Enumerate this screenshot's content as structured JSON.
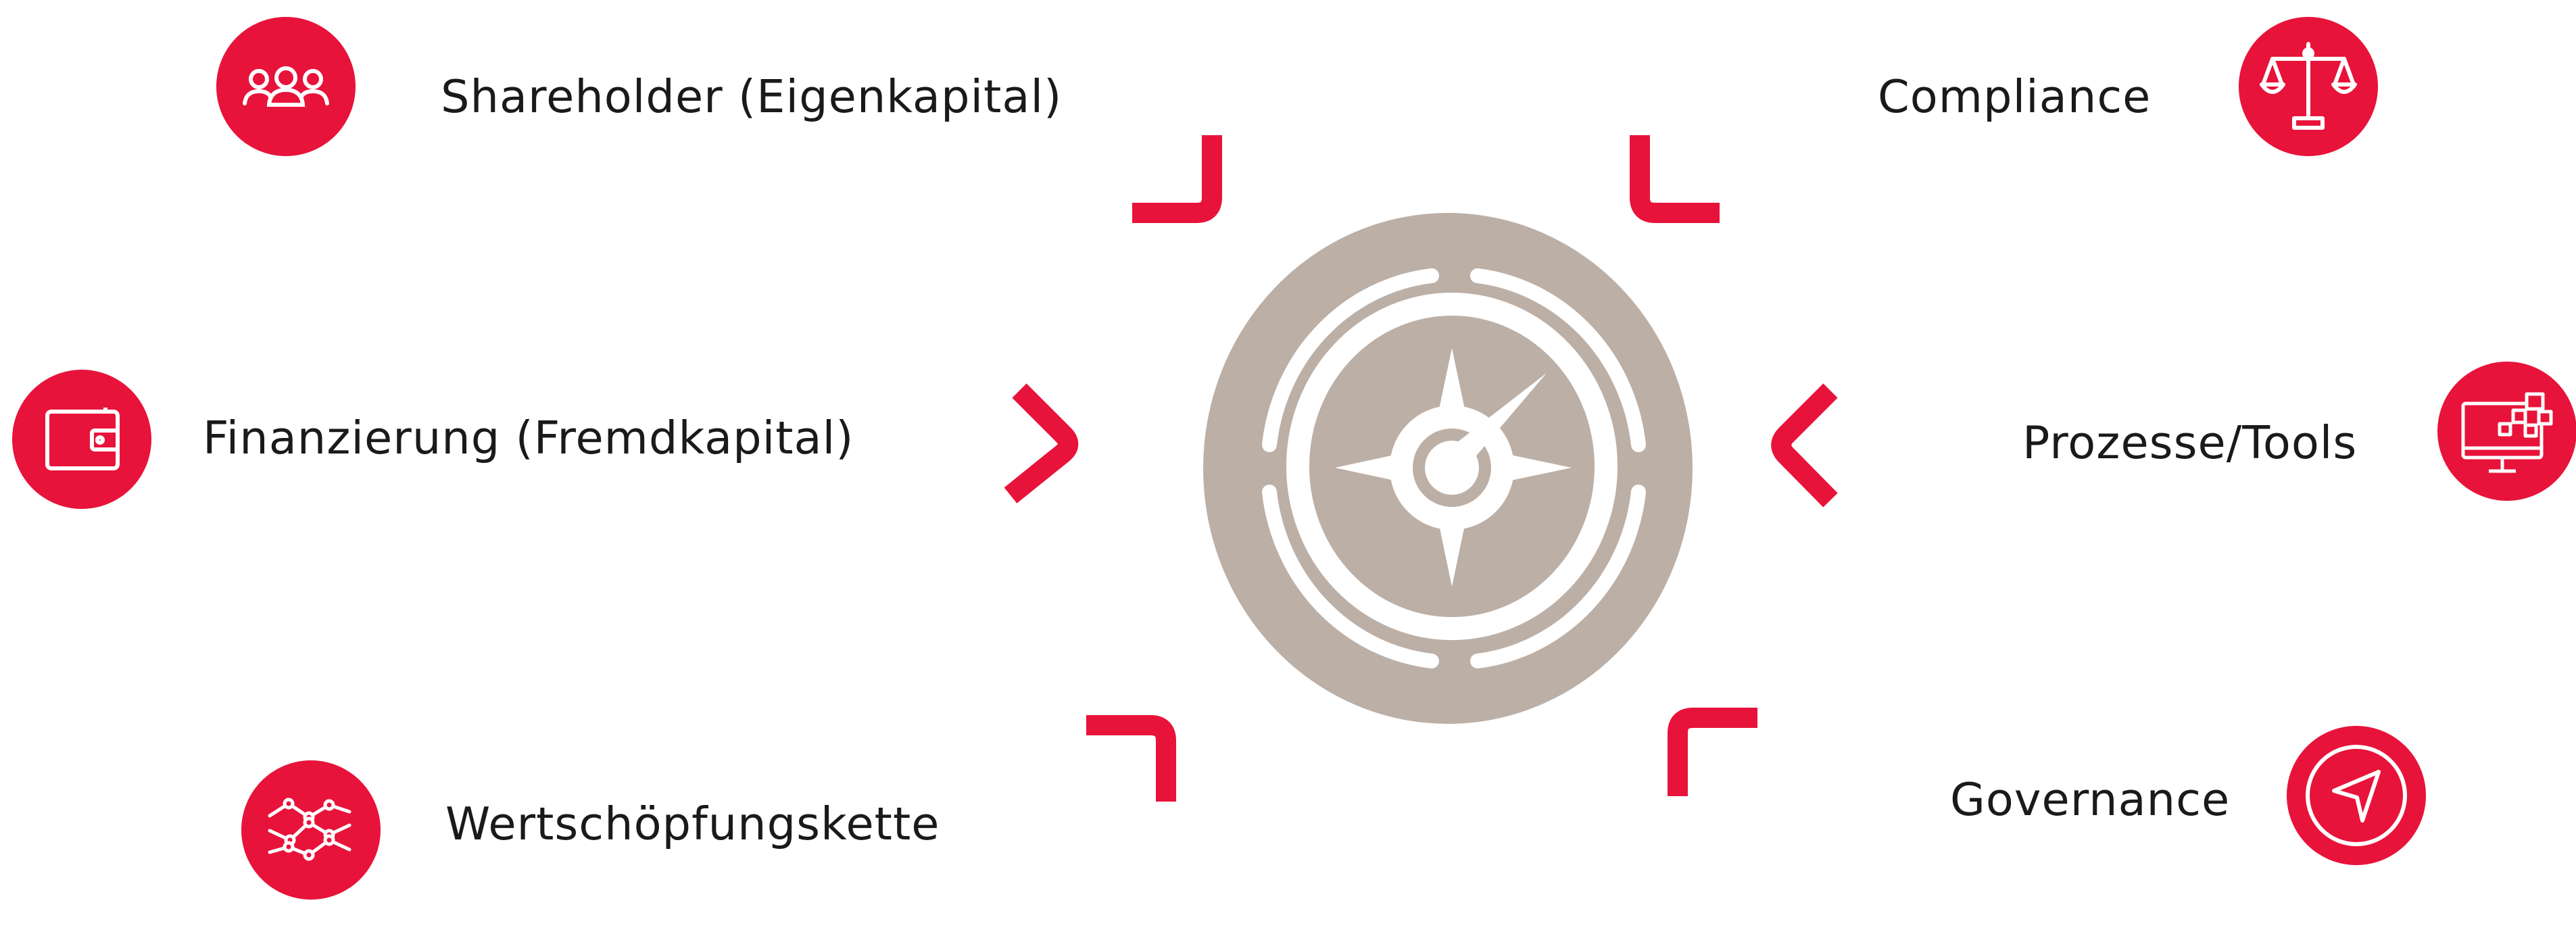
{
  "colors": {
    "accent": "#E8133A",
    "compass": "#BCAFA6",
    "text": "#1A1A1A",
    "background": "#FFFFFF"
  },
  "center": {
    "icon": "compass-icon"
  },
  "items": [
    {
      "id": "shareholder",
      "label": "Shareholder (Eigenkapital)",
      "icon": "people-group-icon"
    },
    {
      "id": "finanzierung",
      "label": "Finanzierung (Fremdkapital)",
      "icon": "wallet-icon"
    },
    {
      "id": "wertschoepfung",
      "label": "Wertschöpfungskette",
      "icon": "network-chart-icon"
    },
    {
      "id": "compliance",
      "label": "Compliance",
      "icon": "scales-icon"
    },
    {
      "id": "prozesse",
      "label": "Prozesse/Tools",
      "icon": "monitor-blocks-icon"
    },
    {
      "id": "governance",
      "label": "Governance",
      "icon": "navigation-arrow-icon"
    }
  ]
}
